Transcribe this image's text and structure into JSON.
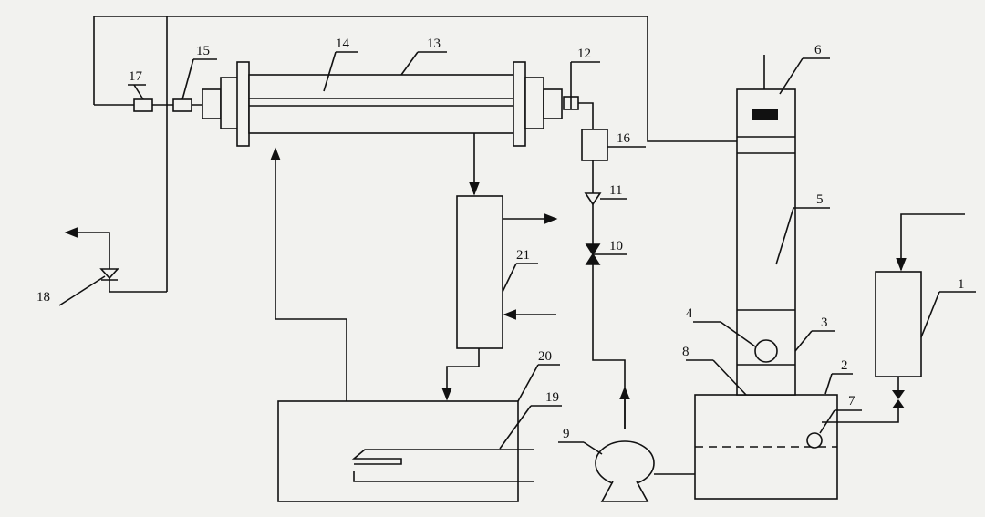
{
  "labels": {
    "l1": "1",
    "l2": "2",
    "l3": "3",
    "l4": "4",
    "l5": "5",
    "l6": "6",
    "l7": "7",
    "l8": "8",
    "l9": "9",
    "l10": "10",
    "l11": "11",
    "l12": "12",
    "l13": "13",
    "l14": "14",
    "l15": "15",
    "l16": "16",
    "l17": "17",
    "l18": "18",
    "l19": "19",
    "l20": "20",
    "l21": "21"
  },
  "colors": {
    "line": "#111111",
    "background": "#f2f2ef"
  }
}
